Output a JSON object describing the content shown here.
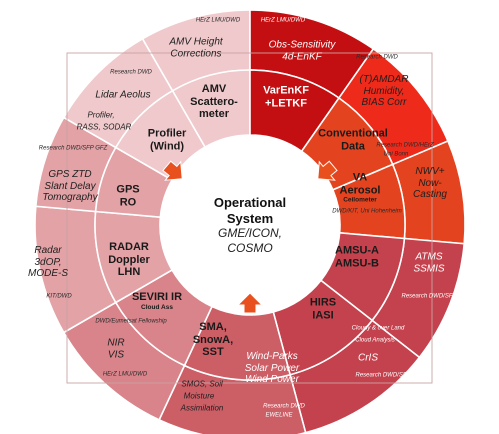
{
  "center": {
    "title_line1": "Operational",
    "title_line2": "System",
    "models_line1": "GME/ICON,",
    "models_line2": "COSMO"
  },
  "inner_ring": [
    {
      "line1": "AMV",
      "line2": "Scattero-",
      "line3": "meter"
    },
    {
      "line1": "VarEnKF",
      "line2": "+LETKF"
    },
    {
      "line1": "Conventional",
      "line2": "Data"
    },
    {
      "line1": "VA",
      "line2": "Aerosol",
      "sub": "Ceilometer"
    },
    {
      "line1": "AMSU-A",
      "line2": "AMSU-B"
    },
    {
      "line1": "HIRS",
      "line2": "IASI"
    },
    {
      "line1": "SMA,",
      "line2": "SnowA,",
      "line3": "SST"
    },
    {
      "line1": "SEVIRI IR",
      "sub": "Cloud Ass"
    },
    {
      "line1": "RADAR",
      "line2": "Doppler",
      "line3": "LHN"
    },
    {
      "line1": "GPS",
      "line2": "RO"
    },
    {
      "line1": "Profiler",
      "line2": "(Wind)"
    }
  ],
  "outer_ring": [
    {
      "line1": "AMV Height",
      "line2": "Corrections"
    },
    {
      "line1": "Obs-Sensitivity",
      "line2": "4d-EnKF"
    },
    {
      "line1": "(T)AMDAR",
      "line2": "Humidity,",
      "line3": "BIAS Corr"
    },
    {
      "line1": "NWV+",
      "line2": "Now-",
      "line3": "Casting"
    },
    {
      "line1": "ATMS",
      "line2": "SSMIS"
    },
    {
      "line1": "CrIS"
    },
    {
      "line1": "Wind-Parks",
      "line2": "Solar Power",
      "line3": "Wind Power"
    },
    {
      "line1": "NIR",
      "line2": "VIS"
    },
    {
      "line1": "Radar",
      "line2": "3dOP,",
      "line3": "MODE-S"
    },
    {
      "line1": "GPS ZTD",
      "line2": "Slant Delay",
      "line3": "Tomography"
    },
    {
      "line1": "Lidar Aeolus"
    }
  ],
  "small_notes": {
    "amv_outer_partner": "HErZ LMU/DWD",
    "enkf_partner": "HErZ LMU/DWD",
    "conv_partner": "Research DWD",
    "nwv_partner": "Research DWD/HErZ",
    "nwv_partner2": "Uni Bonn",
    "aerosol_partner": "DWD/KIT, Uni Hohenheim",
    "atms_partner": "Research DWD/SFP",
    "hirs_note1": "Cloudy & over Land",
    "hirs_note2": "Cloud Analysis",
    "cris_partner": "Research DWD/SFP",
    "wind_partner1": "Research DWD",
    "wind_partner2": "EWELINE",
    "sma_note1": "SMOS, Soil",
    "sma_note2": "Moisture",
    "sma_note3": "Assimilation",
    "nir_partner": "HErZ LMU/DWD",
    "seviri_partner": "DWD/Eumetsat Fellowship",
    "radar_partner": "KIT/DWD",
    "gps_partner": "Research DWD/SFP GFZ",
    "lidar_partner": "Research DWD",
    "profiler_note1": "Profiler,",
    "profiler_note2": "RASS, SODAR"
  },
  "colors": {
    "dark_red": "#c30f12",
    "red_orange": "#ee2a1b",
    "orange_red": "#e4431f",
    "mauve_dark": "#c3424d",
    "mauve_mid": "#cc5e66",
    "mauve_light": "#d8848a",
    "pink": "#e2a2a6",
    "pale_pink": "#efc9cb",
    "arrow_orange": "#e8501d"
  }
}
